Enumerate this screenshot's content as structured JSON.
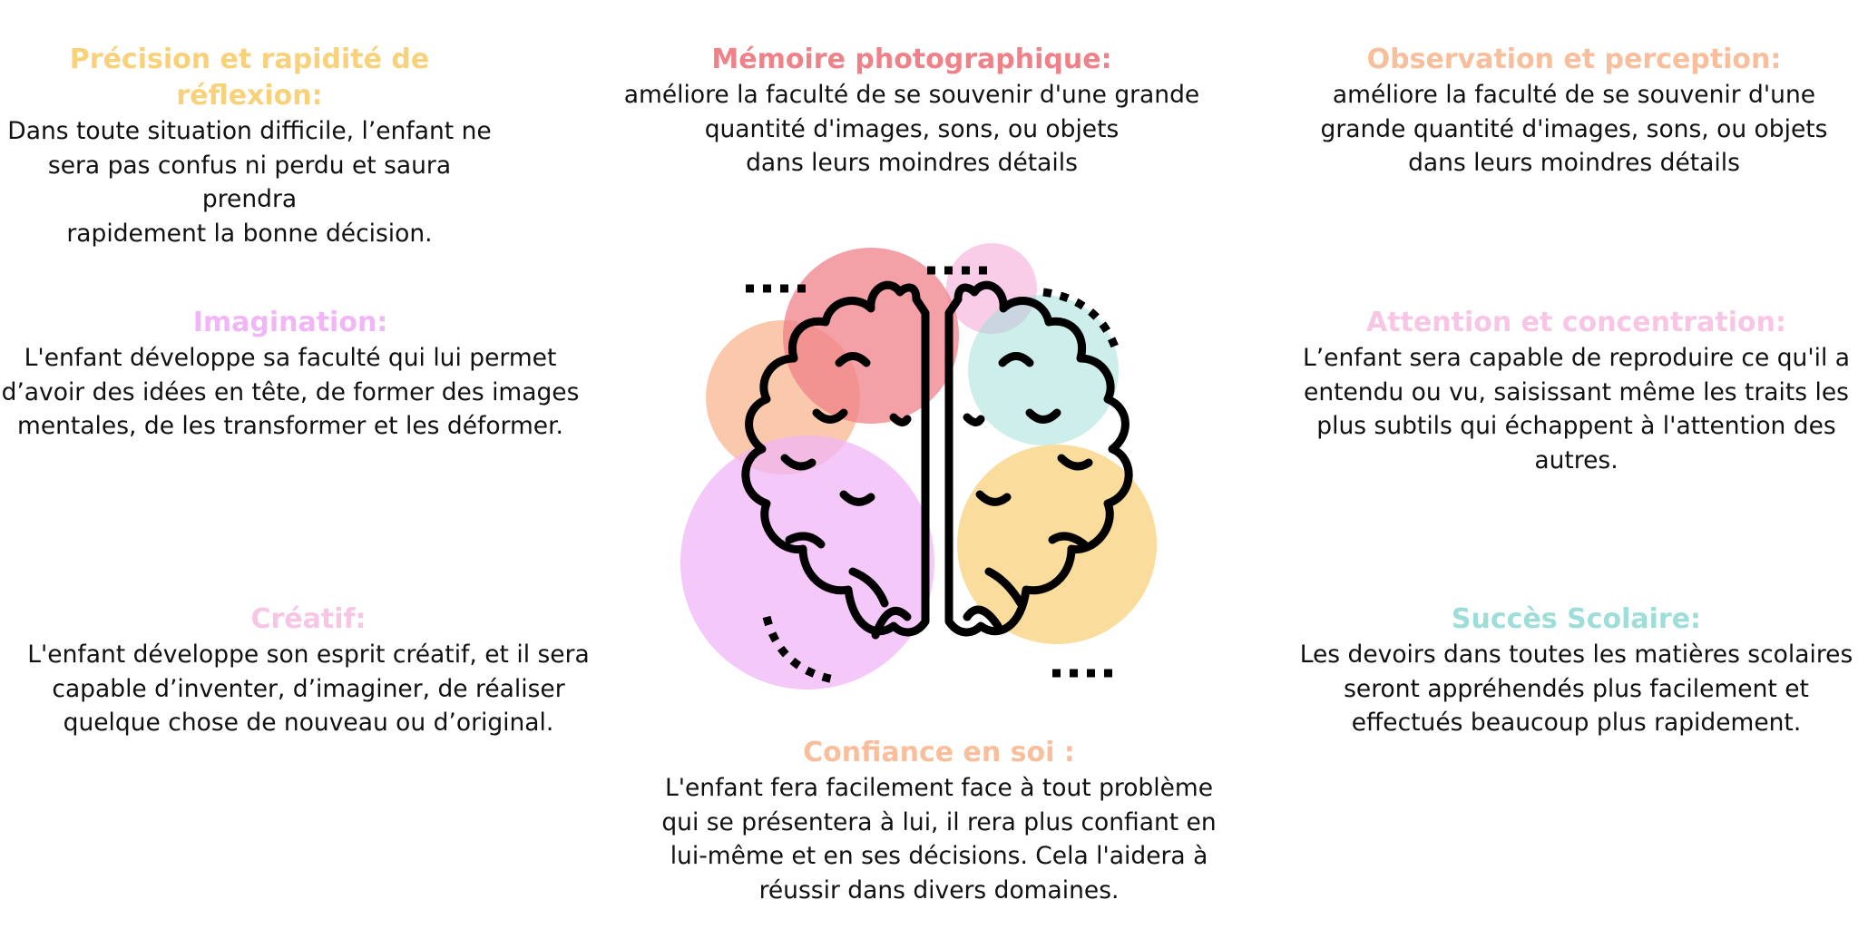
{
  "colors": {
    "yellow": "#F8D27B",
    "rose": "#EF8189",
    "peach": "#F9BE9B",
    "violet": "#F0B6F5",
    "teal": "#9EDDD8",
    "pink": "#F8C6E5",
    "text": "#111111"
  },
  "blocks": {
    "precision": {
      "title": "Précision et rapidité de réflexion:",
      "text": "Dans toute situation difficile, l’enfant ne\nsera pas confus ni perdu et saura prendra\nrapidement la bonne décision."
    },
    "memoire": {
      "title": "Mémoire photographique:",
      "text": "améliore la faculté de se souvenir d'une grande\nquantité d'images, sons, ou objets\ndans leurs moindres détails"
    },
    "observation": {
      "title": "Observation et perception:",
      "text": "améliore la faculté de se souvenir d'une\ngrande quantité d'images, sons, ou objets\ndans leurs moindres détails"
    },
    "imagination": {
      "title": "Imagination:",
      "text": "L'enfant développe sa faculté qui lui permet\nd’avoir des idées en tête, de former des images\nmentales, de les transformer et les déformer."
    },
    "attention": {
      "title": "Attention et concentration:",
      "text": "L’enfant sera capable  de reproduire ce qu'il a\nentendu ou vu, saisissant même les traits les\nplus subtils qui échappent à l'attention des\nautres."
    },
    "creatif": {
      "title": "Créatif:",
      "text": "L'enfant développe son esprit créatif, et il sera\ncapable d’inventer, d’imaginer, de réaliser\nquelque chose de nouveau ou d’original."
    },
    "succes": {
      "title": "Succès Scolaire:",
      "text": "Les devoirs dans toutes les matières scolaires\nseront appréhendés plus facilement et\neffectués beaucoup plus rapidement."
    },
    "confiance": {
      "title": "Confiance en soi :",
      "text": "L'enfant fera facilement face à tout problème\nqui se présentera à lui, il rera plus confiant en\nlui-même et en ses décisions. Cela l'aidera à\nréussir dans divers domaines."
    }
  },
  "illustration": {
    "icon": "brain-icon"
  }
}
